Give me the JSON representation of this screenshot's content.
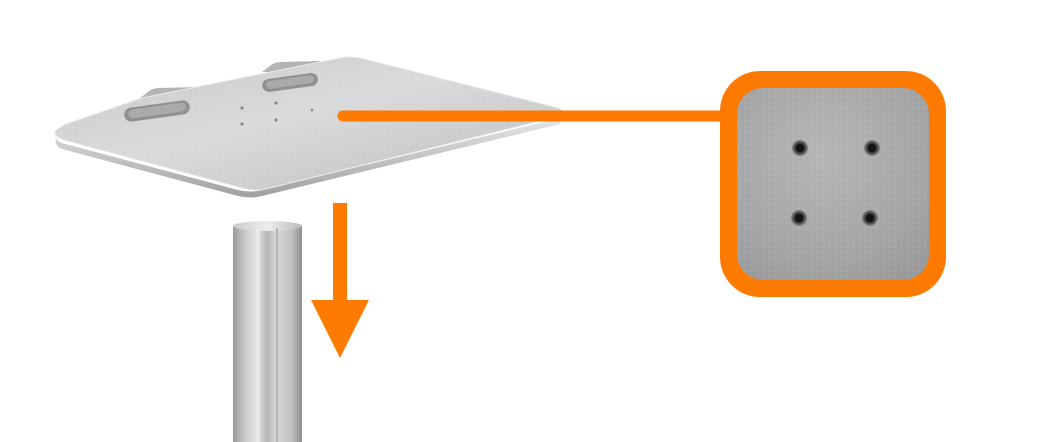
{
  "figure": {
    "parts": [
      {
        "name": "mounting-plate",
        "material": "brushed-aluminum"
      },
      {
        "name": "support-pole",
        "material": "brushed-aluminum"
      }
    ],
    "callout": {
      "hole_count": 4,
      "shape": "rounded-square"
    },
    "direction": "down"
  },
  "colors": {
    "accent": "#ff7a00",
    "metal_light": "#d2d3d5",
    "metal_mid": "#b9babc",
    "metal_dark": "#8d8e90",
    "background": "#ffffff"
  }
}
